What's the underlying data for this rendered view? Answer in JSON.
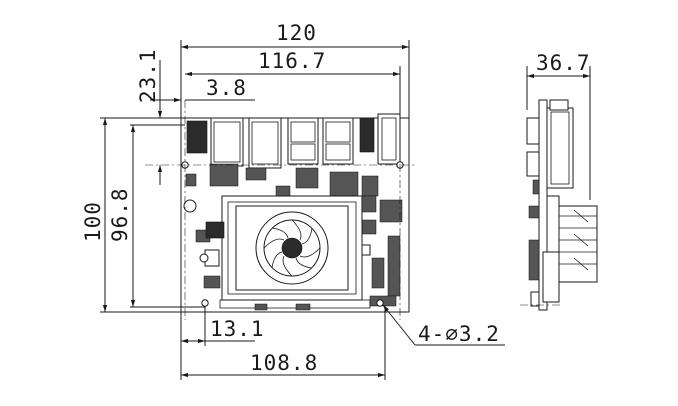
{
  "dimensions": {
    "overall_width": "120",
    "hole_width": "116.7",
    "offset_3_8": "3.8",
    "offset_23_1": "23.1",
    "overall_height": "100",
    "hole_height": "96.8",
    "bottom_13_1": "13.1",
    "bottom_108_8": "108.8",
    "hole_callout": "4-∅3.2",
    "side_thickness": "36.7"
  }
}
